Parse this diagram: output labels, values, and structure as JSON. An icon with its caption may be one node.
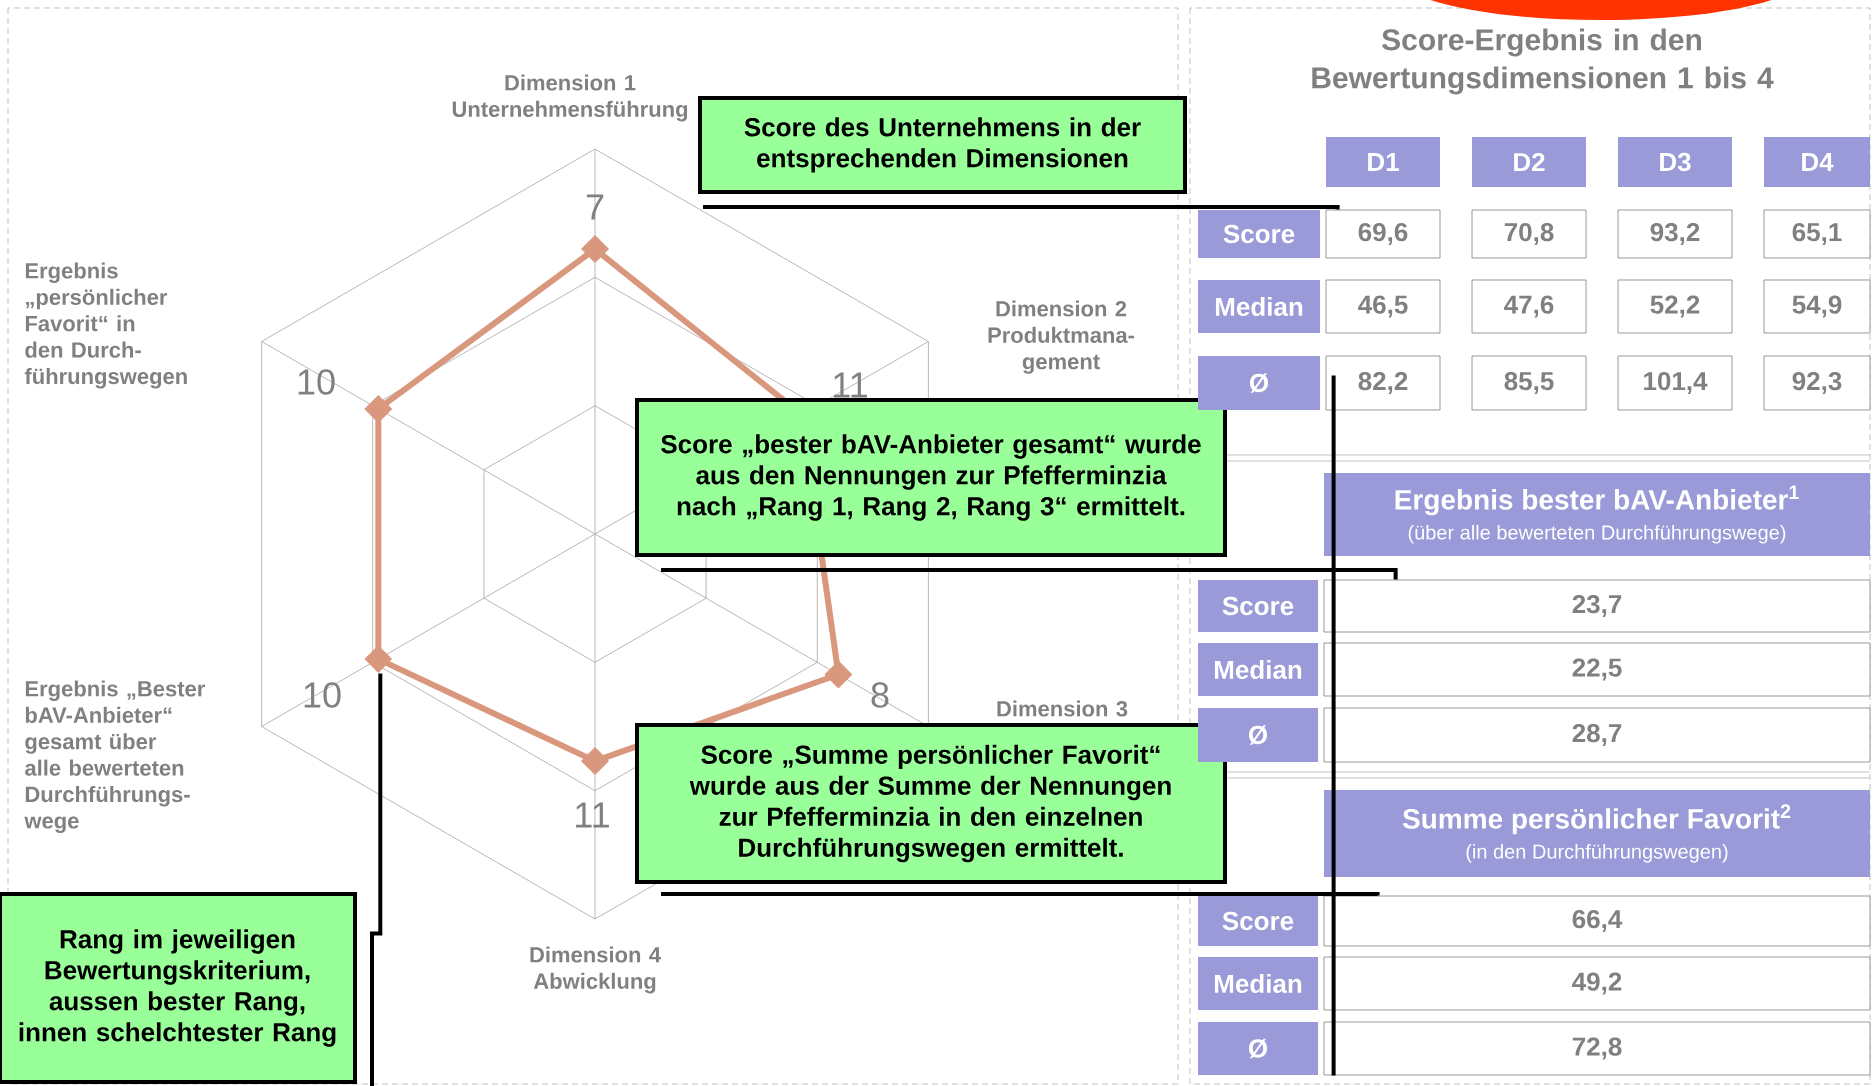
{
  "diagram": {
    "nodes": [
      {
        "text": [
          "Score des Unternehmens in der entsprechenden Dimensionen"
        ]
      },
      {
        "text": [
          "Score „bester bAV-Anbieter gesamt“ wurde aus den Nennungen zur Pfefferminzia nach „Rang 1, Rang 2, Rang 3“ ermittelt."
        ]
      },
      {
        "text": [
          "Score „Summe persönlicher Favorit“ wurde aus der Summe der Nennungen zur Pfefferminzia in den einzelnen Durchführungswegen ermittelt."
        ]
      },
      {
        "text": [
          "Rang im jeweiligen Bewertungskriterium, aussen bester Rang, innen schelchtester Rang"
        ]
      },
      {
        "text": [
          "69,6"
        ]
      },
      {
        "text": [
          "82,2"
        ]
      },
      {
        "text": [
          "23,7"
        ]
      },
      {
        "text": [
          "66,4"
        ]
      },
      {
        "text": [],
        "shape": "diamond"
      },
      {
        "text": [],
        "shape": "ellipse"
      },
      {
        "text": [
          "72,8"
        ]
      }
    ],
    "edges": [
      {
        "from": 0,
        "to": 4,
        "arrow": "none"
      },
      {
        "from": 1,
        "to": 6,
        "arrow": "none"
      },
      {
        "from": 2,
        "to": 7,
        "arrow": "none"
      },
      {
        "from": 3,
        "to": 8,
        "arrow": "none"
      },
      {
        "from": 5,
        "to": 10,
        "arrow": "none"
      }
    ],
    "labels": [
      "Dimension 1 Unternehmensführung",
      "7",
      "Dimension 2 Produktmana-gement",
      "11",
      "Ergebnis „persönlicher Favorit“ in den Durch-führungswegen",
      "10",
      "8",
      "Dimension 3",
      "Ergebnis „Bester bAV-Anbieter“ gesamt über alle bewerteten Durchführungs-wege",
      "10",
      "11",
      "Dimension 4 Abwicklung",
      "Score-Ergebnis in den Bewertungsdimensionen 1 bis 4",
      "D1",
      "D2",
      "D3",
      "D4",
      "Score",
      "70,8",
      "93,2",
      "65,1",
      "Median",
      "46,5",
      "47,6",
      "52,2",
      "54,9",
      "Ø",
      "85,5",
      "101,4",
      "92,3",
      "Ergebnis bester bAV-Anbieter$^{1}$",
      "(über alle bewerteten Durchführungswege)",
      "Score",
      "Median",
      "22,5",
      "Ø",
      "28,7",
      "Summe persönlicher Favorit$^{2}$",
      "(in den Durchführungswegen)",
      "Score",
      "Median",
      "49,2",
      "Ø"
    ]
  }
}
